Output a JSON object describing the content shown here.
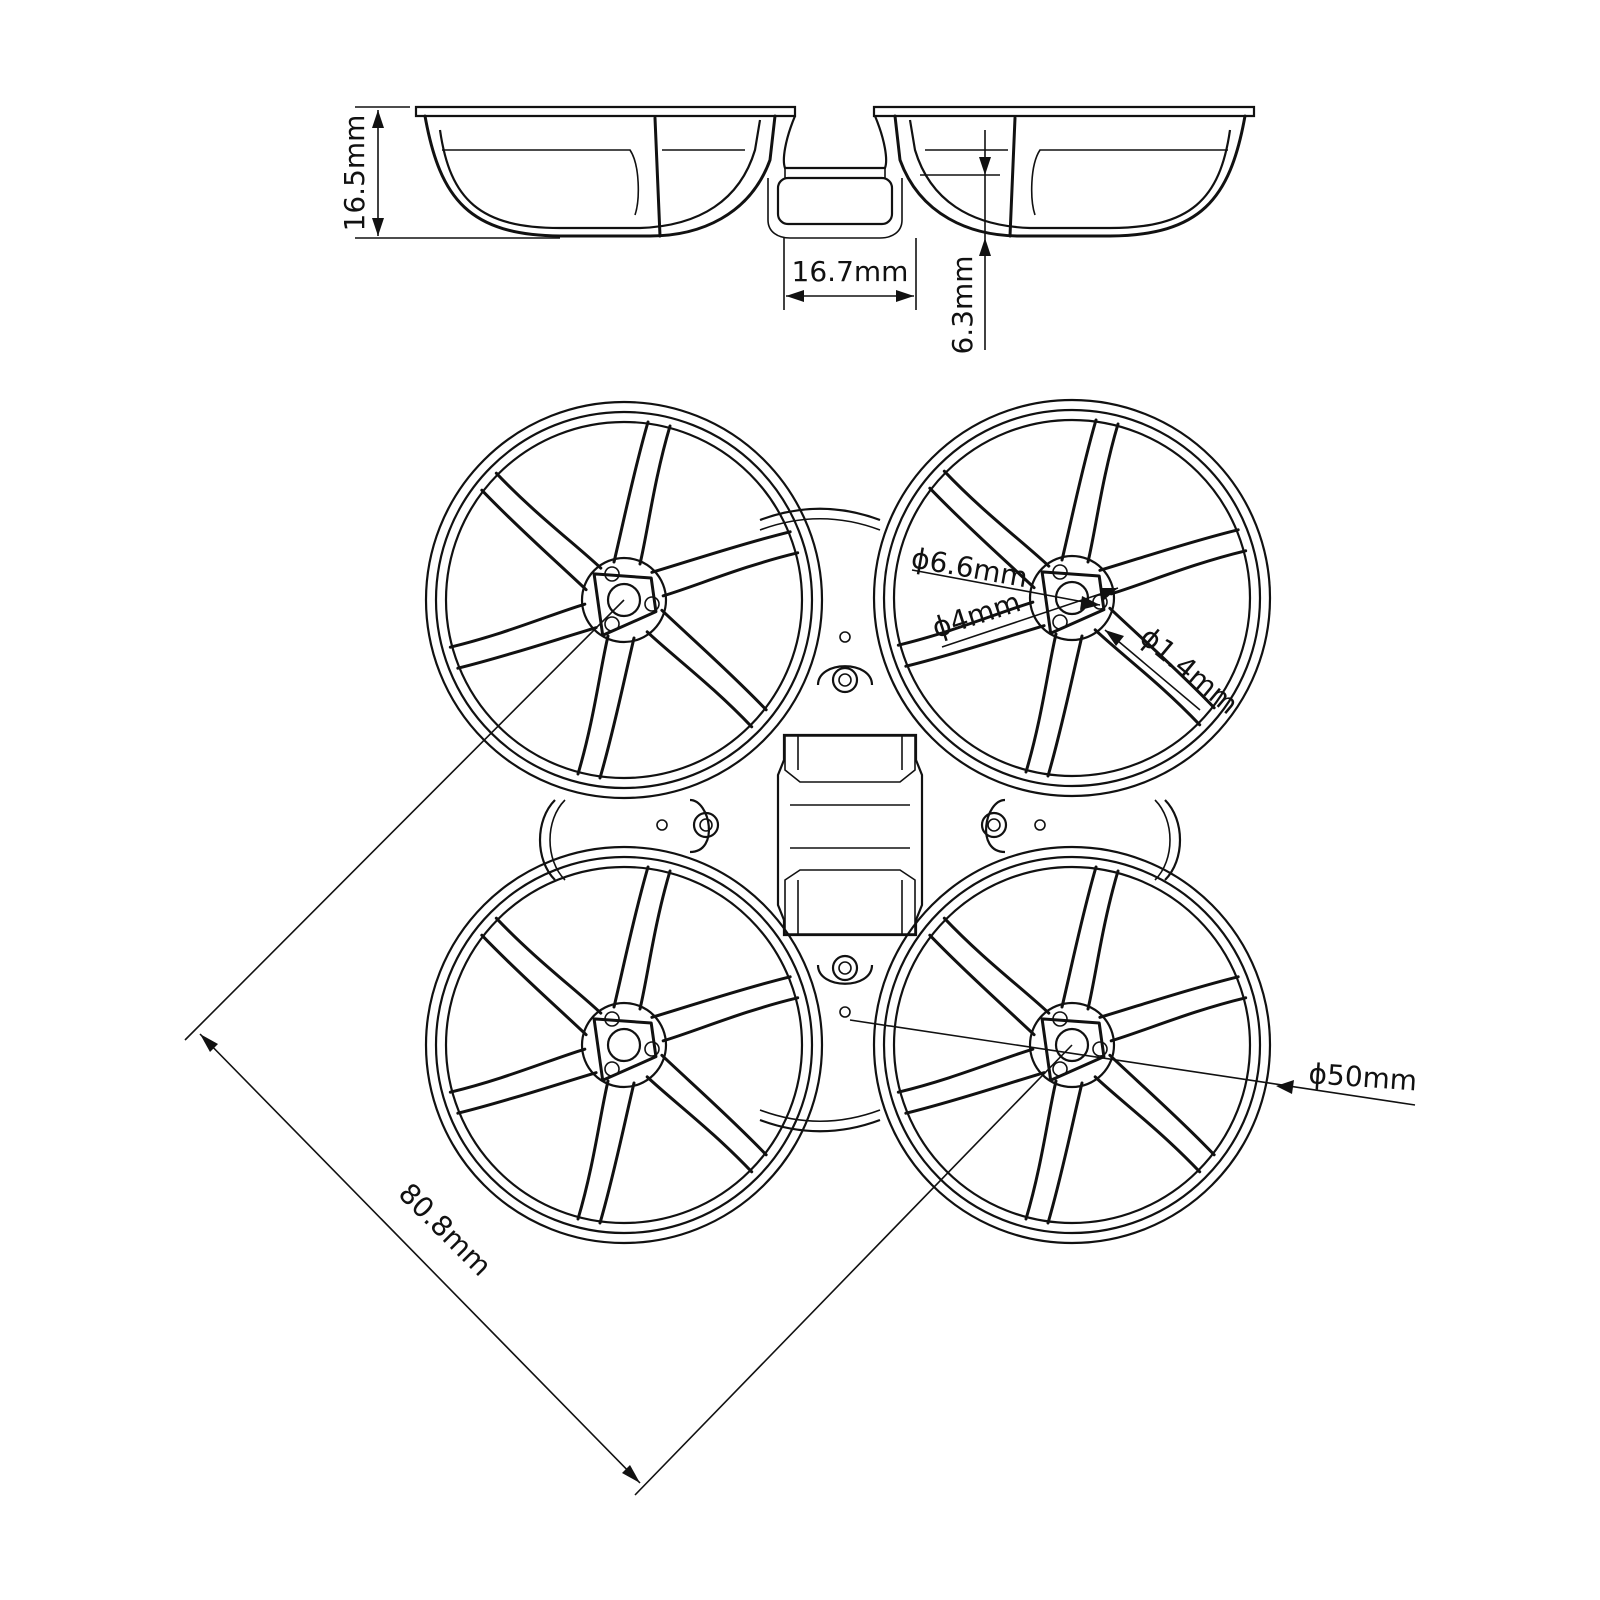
{
  "diagram": {
    "subject": "Quadcopter whoop frame technical drawing",
    "views": [
      {
        "name": "side-view",
        "label": ""
      },
      {
        "name": "top-view",
        "label": ""
      }
    ],
    "dimensions": {
      "frame_height": "16.5mm",
      "body_width": "16.7mm",
      "battery_slot_height": "6.3mm",
      "motor_hole_diameter": "ϕ6.6mm",
      "motor_shaft_diameter": "ϕ4mm",
      "mount_hole_diameter": "ϕ1.4mm",
      "duct_diameter": "ϕ50mm",
      "wheelbase_diagonal": "80.8mm"
    },
    "colors": {
      "line": "#111111",
      "background": "#ffffff"
    }
  }
}
